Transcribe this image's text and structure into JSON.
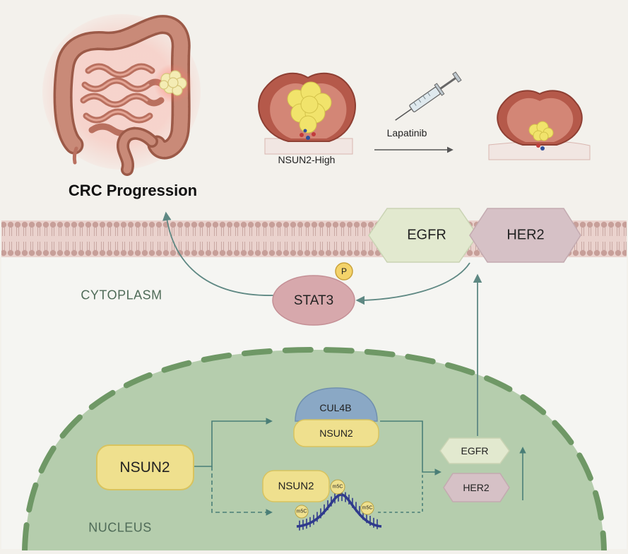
{
  "title": "CRC Progression",
  "tumor": {
    "group_label": "NSUN2-High",
    "drug_label": "Lapatinib"
  },
  "membrane": {
    "receptor_1": "EGFR",
    "receptor_2": "HER2"
  },
  "cytoplasm": {
    "compartment_label": "CYTOPLASM",
    "stat3_label": "STAT3",
    "phospho_label": "P"
  },
  "nucleus": {
    "compartment_label": "NUCLEUS",
    "nsun2_main": "NSUN2",
    "cul4b_label": "CUL4B",
    "nsun2_complex": "NSUN2",
    "nsun2_rna": "NSUN2",
    "m5c_label": "m5C",
    "egfr_small": "EGFR",
    "her2_small": "HER2"
  },
  "colors": {
    "background": "#f3f1ec",
    "membrane": "#d9b8b2",
    "egfr_fill": "#e2e9cf",
    "her2_fill": "#d6c1c6",
    "stat3_fill": "#d7a8ac",
    "nucleus_fill": "#b5cdad",
    "nucleus_border": "#6f9866",
    "nsun2_fill": "#efe08e",
    "cul4b_fill": "#8aa8c5",
    "arrow": "#5e8883",
    "label_green": "#4f6b58"
  }
}
